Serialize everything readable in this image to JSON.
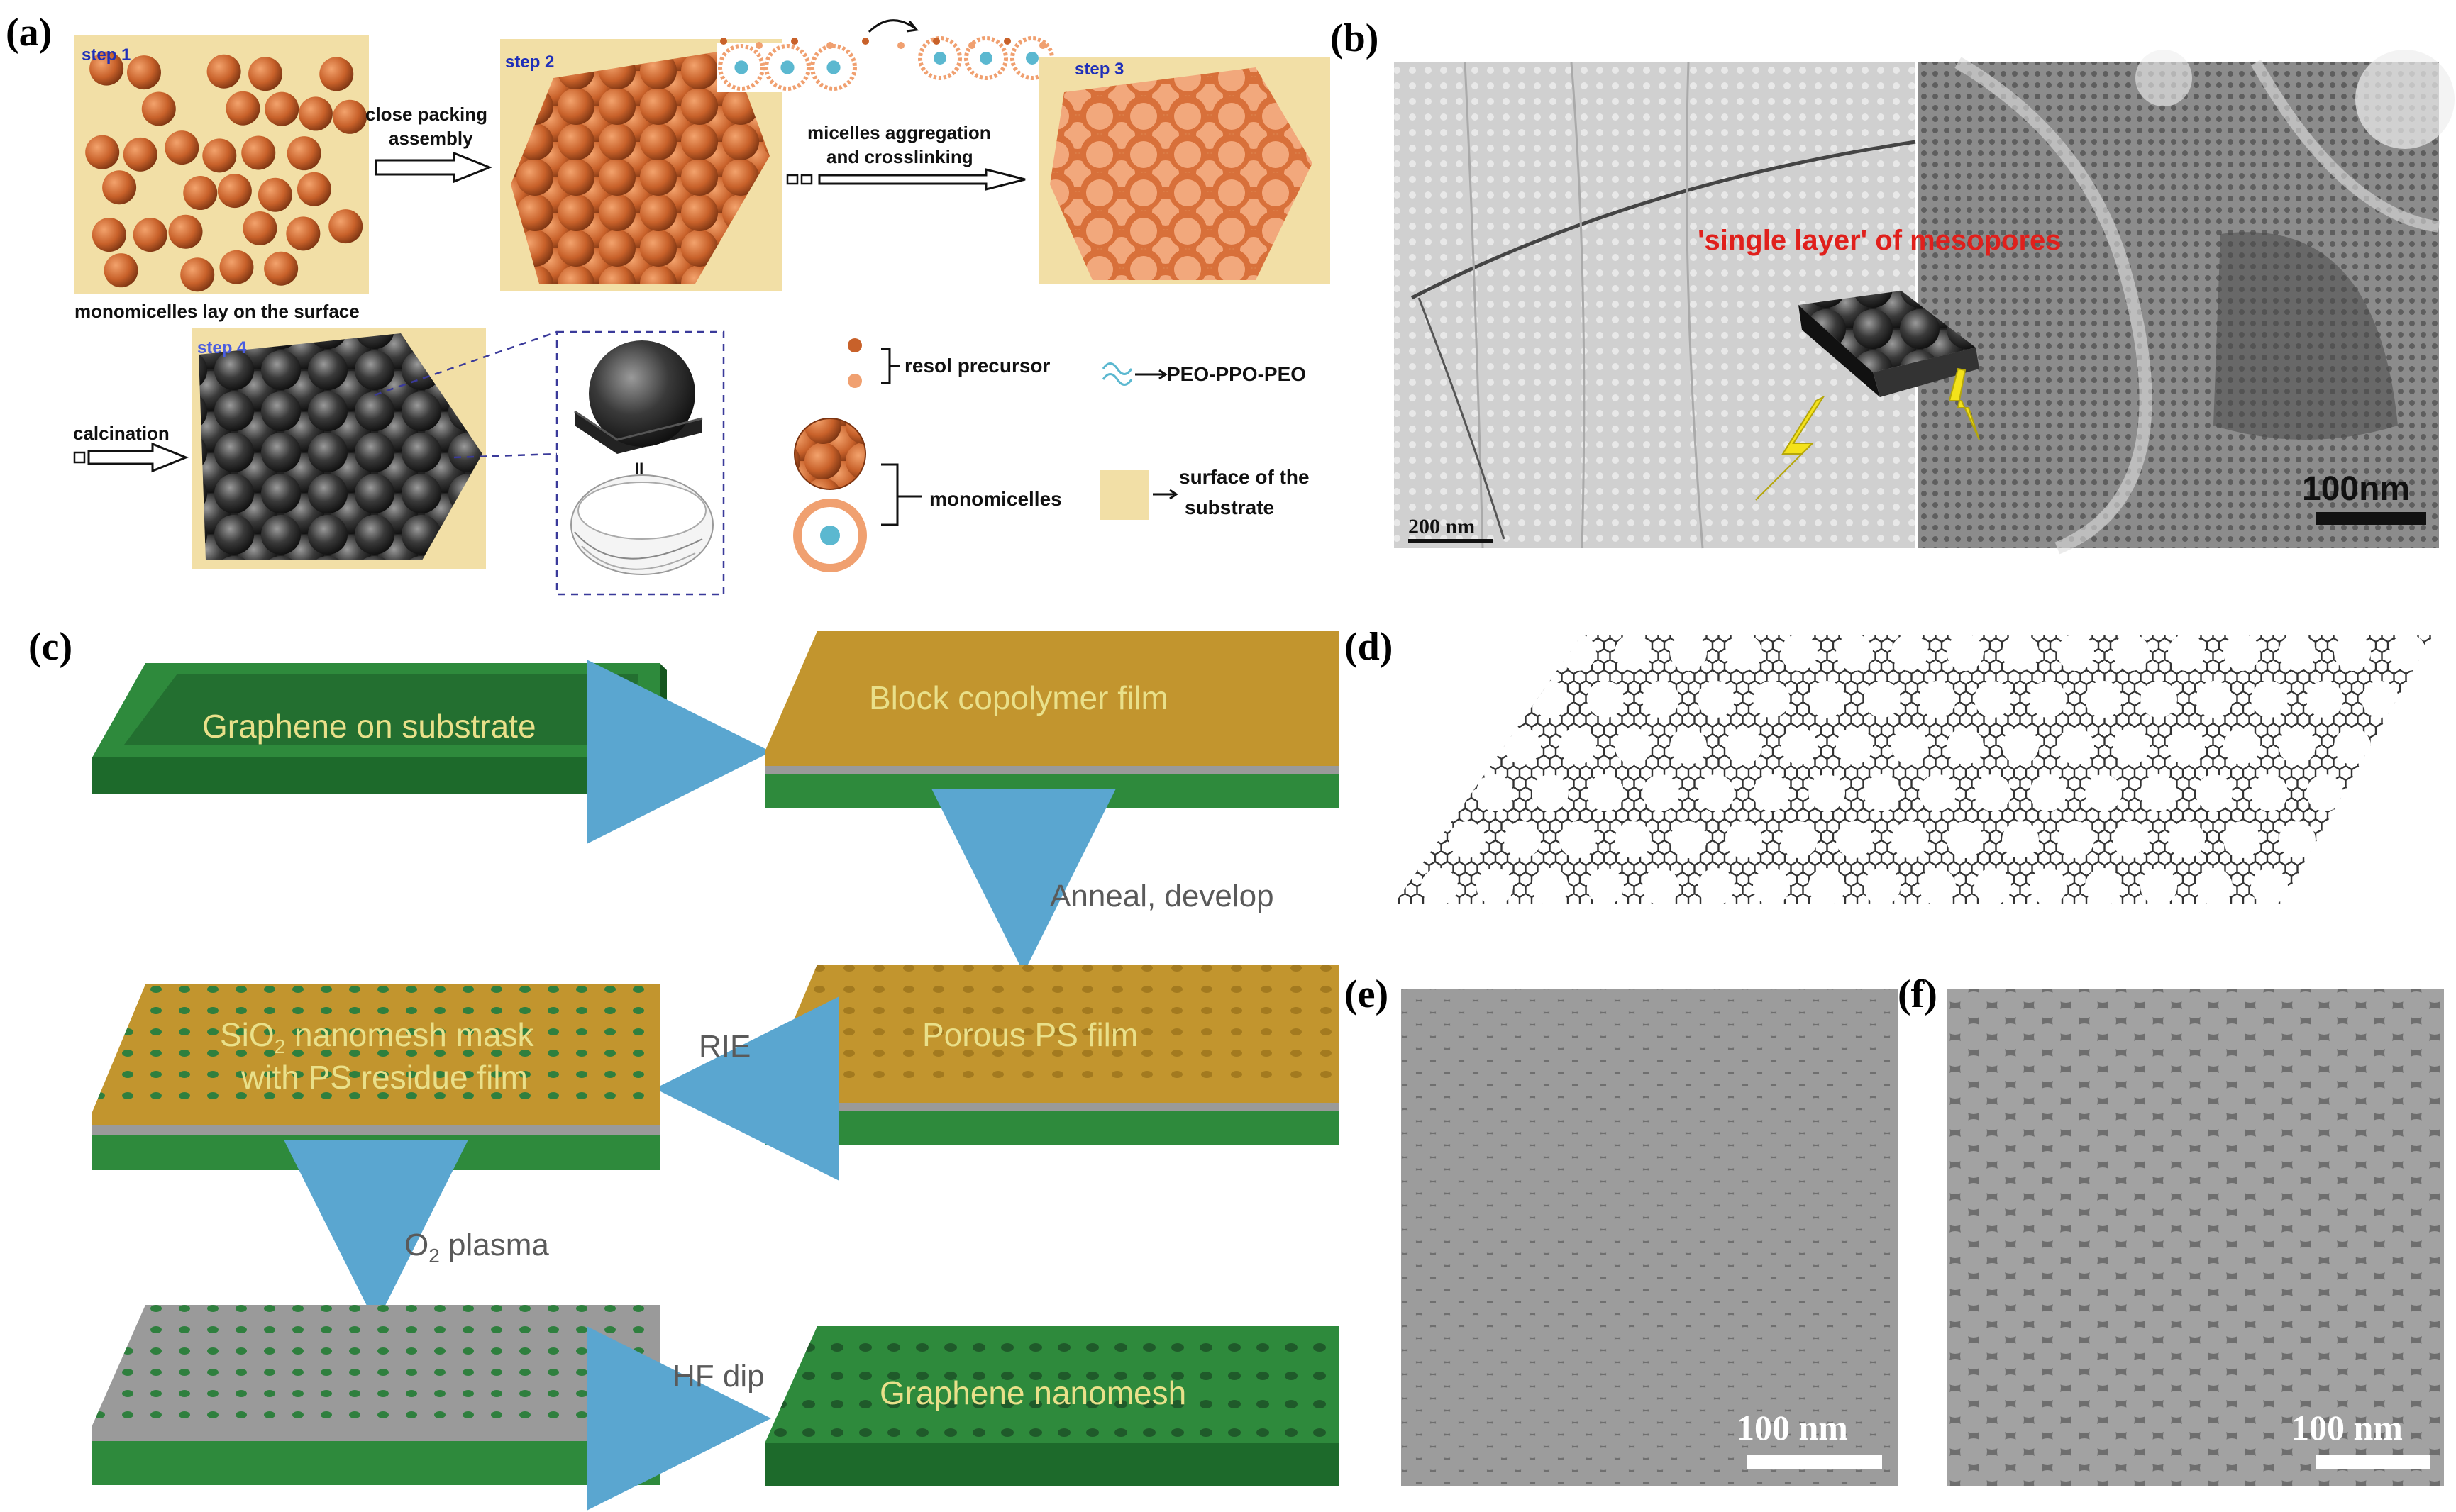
{
  "panel_labels": {
    "a": "(a)",
    "b": "(b)",
    "c": "(c)",
    "d": "(d)",
    "e": "(e)",
    "f": "(f)"
  },
  "panel_a": {
    "step1": "step 1",
    "step2": "step 2",
    "step3": "step 3",
    "step4": "step 4",
    "close_packing_1": "close packing",
    "close_packing_2": "assembly",
    "micelles_agg_1": "micelles aggregation",
    "micelles_agg_2": "and crosslinking",
    "monomicelles_lay": "monomicelles lay on the surface",
    "calcination": "calcination",
    "equals": "II",
    "legend_resol": "resol precursor",
    "legend_peo": "PEO-PPO-PEO",
    "legend_monomicelles": "monomicelles",
    "legend_surface_1": "surface of the",
    "legend_surface_2": "substrate",
    "colors": {
      "substrate": "#f2dfa6",
      "micelle": "#c8612a",
      "micelle_light": "#f0a070",
      "core": "#5bb8d0"
    }
  },
  "panel_b": {
    "annotation": "'single layer' of mesopores",
    "scale_left": "200 nm",
    "scale_right": "100nm",
    "colors": {
      "annotation": "#e0201c",
      "bolt": "#f4e21a"
    }
  },
  "panel_c": {
    "graphene_on_substrate": "Graphene on substrate",
    "block_copolymer": "Block copolymer film",
    "anneal": "Anneal, develop",
    "porous_ps": "Porous PS film",
    "rie": "RIE",
    "sio2_1": "SiO",
    "sio2_sub": "2",
    "sio2_2": " nanomesh mask",
    "sio2_3": "with PS residue film",
    "o2": "O",
    "o2_sub": "2",
    "o2_rest": " plasma",
    "hf": "HF dip",
    "nanomesh": "Graphene nanomesh",
    "colors": {
      "green": "#2e8a3c",
      "green_dark": "#1d6a2b",
      "gold": "#c2952e",
      "gray": "#9a9a9a",
      "arrow": "#5aa6d0",
      "text_yellow": "#e9e08a"
    }
  },
  "panel_e": {
    "scale": "100 nm"
  },
  "panel_f": {
    "scale": "100 nm"
  }
}
